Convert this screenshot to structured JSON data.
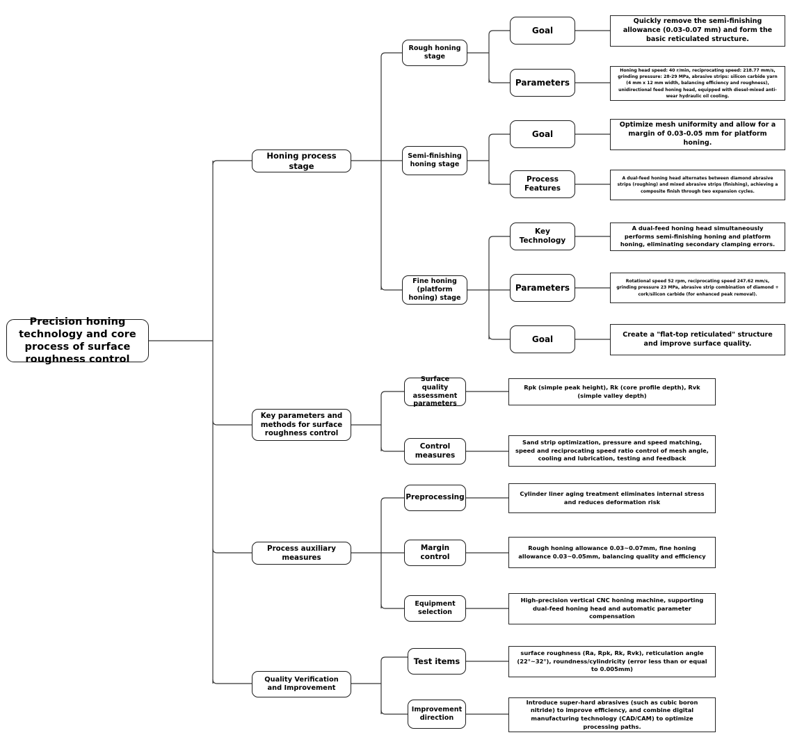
{
  "diagram": {
    "title": "Precision honing technology and core process of surface roughness control",
    "root": {
      "label": "Precision honing technology and core process of surface roughness control"
    },
    "branches": [
      {
        "label": "Honing process stage",
        "children": [
          {
            "label": "Rough honing stage",
            "children": [
              {
                "label": "Goal",
                "detail": "Quickly remove the semi-finishing allowance (0.03-0.07 mm) and form the basic reticulated structure."
              },
              {
                "label": "Parameters",
                "detail": "Honing head speed: 40 r/min, reciprocating speed: 218.77 mm/s, grinding pressure: 28-29 MPa, abrasive strips: silicon carbide yarn (4 mm x 12 mm width, balancing efficiency and roughness), unidirectional feed honing head, equipped with diesel-mixed anti-wear hydraulic oil cooling."
              }
            ]
          },
          {
            "label": "Semi-finishing honing stage",
            "children": [
              {
                "label": "Goal",
                "detail": "Optimize mesh uniformity and allow for a margin of 0.03-0.05 mm for platform honing."
              },
              {
                "label": "Process Features",
                "detail": "A dual-feed honing head alternates between diamond abrasive strips (roughing) and mixed abrasive strips (finishing), achieving a composite finish through two expansion cycles."
              }
            ]
          },
          {
            "label": "Fine honing (platform honing) stage",
            "children": [
              {
                "label": "Key Technology",
                "detail": "A dual-feed honing head simultaneously performs semi-finishing honing and platform honing, eliminating secondary clamping errors."
              },
              {
                "label": "Parameters",
                "detail": "Rotational speed 52 rpm, reciprocating speed 247.62 mm/s, grinding pressure 23 MPa, abrasive strip combination of diamond + cork/silicon carbide (for enhanced peak removal)."
              },
              {
                "label": "Goal",
                "detail": "Create a \"flat-top reticulated\" structure and improve surface quality."
              }
            ]
          }
        ]
      },
      {
        "label": "Key parameters and methods for surface roughness control",
        "children": [
          {
            "label": "Surface quality assessment parameters",
            "detail": "Rpk (simple peak height), Rk (core profile depth), Rvk (simple valley depth)"
          },
          {
            "label": "Control measures",
            "detail": "Sand strip optimization, pressure and speed matching, speed and reciprocating speed ratio control of mesh angle, cooling and lubrication, testing and feedback"
          }
        ]
      },
      {
        "label": "Process auxiliary measures",
        "children": [
          {
            "label": "Preprocessing",
            "detail": "Cylinder liner aging treatment eliminates internal stress and reduces deformation risk"
          },
          {
            "label": "Margin control",
            "detail": "Rough honing allowance 0.03~0.07mm, fine honing allowance 0.03~0.05mm, balancing quality and efficiency"
          },
          {
            "label": "Equipment selection",
            "detail": "High-precision vertical CNC honing machine, supporting dual-feed honing head and automatic parameter compensation"
          }
        ]
      },
      {
        "label": "Quality Verification and Improvement",
        "children": [
          {
            "label": "Test items",
            "detail": "surface roughness (Ra, Rpk, Rk, Rvk), reticulation angle (22°~32°), roundness/cylindricity (error less than or equal to 0.005mm)"
          },
          {
            "label": "Improvement direction",
            "detail": "Introduce super-hard abrasives (such as cubic boron nitride) to improve efficiency, and combine digital manufacturing technology (CAD/CAM) to optimize processing paths."
          }
        ]
      }
    ],
    "colors": {
      "stroke": "#333333",
      "node_border": "#1a1a1a",
      "background": "#ffffff",
      "text": "#000000"
    }
  }
}
